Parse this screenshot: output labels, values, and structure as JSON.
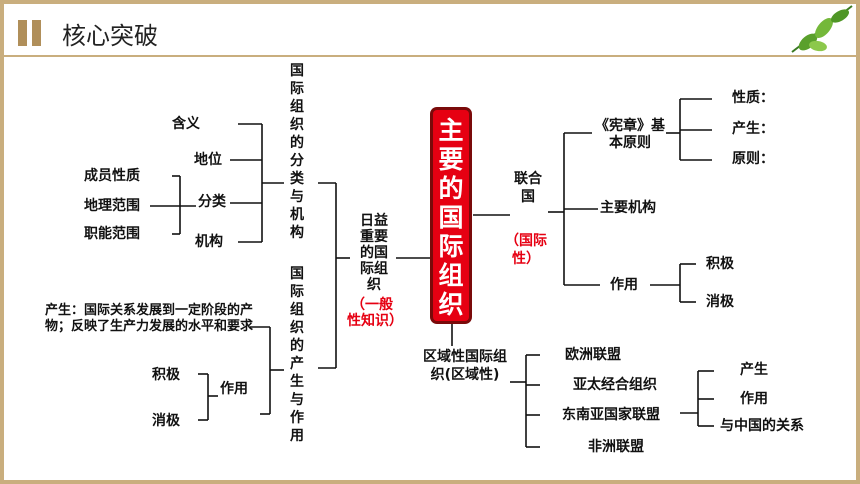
{
  "header": {
    "title": "核心突破"
  },
  "center": {
    "label": "主要的国际组织"
  },
  "left": {
    "daily_line1": "日益",
    "daily_line2": "重要",
    "daily_line3": "的国",
    "daily_line4": "际组",
    "daily_line5": "织",
    "daily_tag": "（一般性知识）",
    "class_heading": "国际组织的分类与机构",
    "origin_heading": "国际组织的产生与作用",
    "meaning": "含义",
    "status": "地位",
    "category": "分类",
    "agency": "机构",
    "member_nature": "成员性质",
    "geo_scope": "地理范围",
    "func_scope": "职能范围",
    "origin_text": "产生：国际关系发展到一定阶段的产物；反映了生产力发展的水平和要求",
    "role": "作用",
    "positive": "积极",
    "negative": "消极"
  },
  "right": {
    "un_label": "联合国",
    "un_tag": "（国际性）",
    "charter": "《宪章》基本原则",
    "nature": "性质：",
    "origin": "产生：",
    "principle": "原则：",
    "main_agency": "主要机构",
    "role": "作用",
    "positive": "积极",
    "negative": "消极",
    "regional": "区域性国际组织(区域性)",
    "eu": "欧洲联盟",
    "apec": "亚太经合组织",
    "asean": "东南亚国家联盟",
    "au": "非洲联盟",
    "asean_origin": "产生",
    "asean_role": "作用",
    "asean_china": "与中国的关系"
  }
}
